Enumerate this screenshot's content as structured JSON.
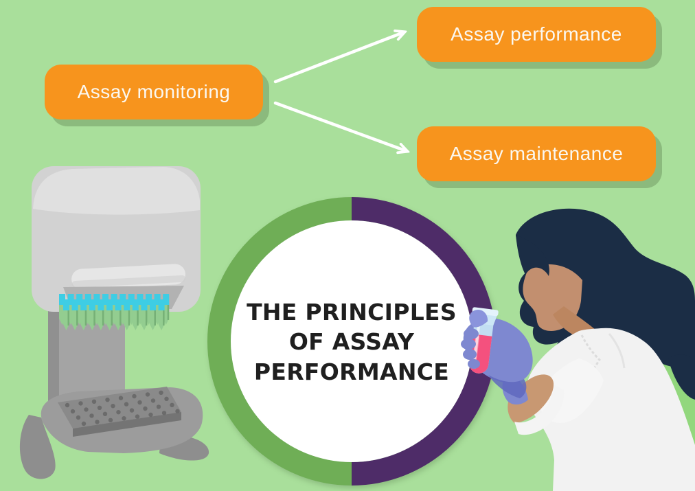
{
  "palette": {
    "background": "#A9DF9B",
    "node_fill": "#F7941D",
    "node_text": "#FBF8F1",
    "arrow": "#FFFFFF",
    "ring_green": "#6FAE56",
    "ring_purple": "#4E2C68",
    "circle_fill": "#FFFFFF",
    "title_text": "#1F1F1F"
  },
  "diagram": {
    "source_node": {
      "label": "Assay monitoring"
    },
    "target_nodes": [
      {
        "label": "Assay performance"
      },
      {
        "label": "Assay maintenance"
      }
    ],
    "center_badge": {
      "line1": "THE PRINCIPLES",
      "line2": "OF ASSAY",
      "line3": "PERFORMANCE"
    }
  },
  "illustrations": {
    "left": "automated-pipetting-instrument",
    "right": "scientist-examining-test-tube"
  }
}
